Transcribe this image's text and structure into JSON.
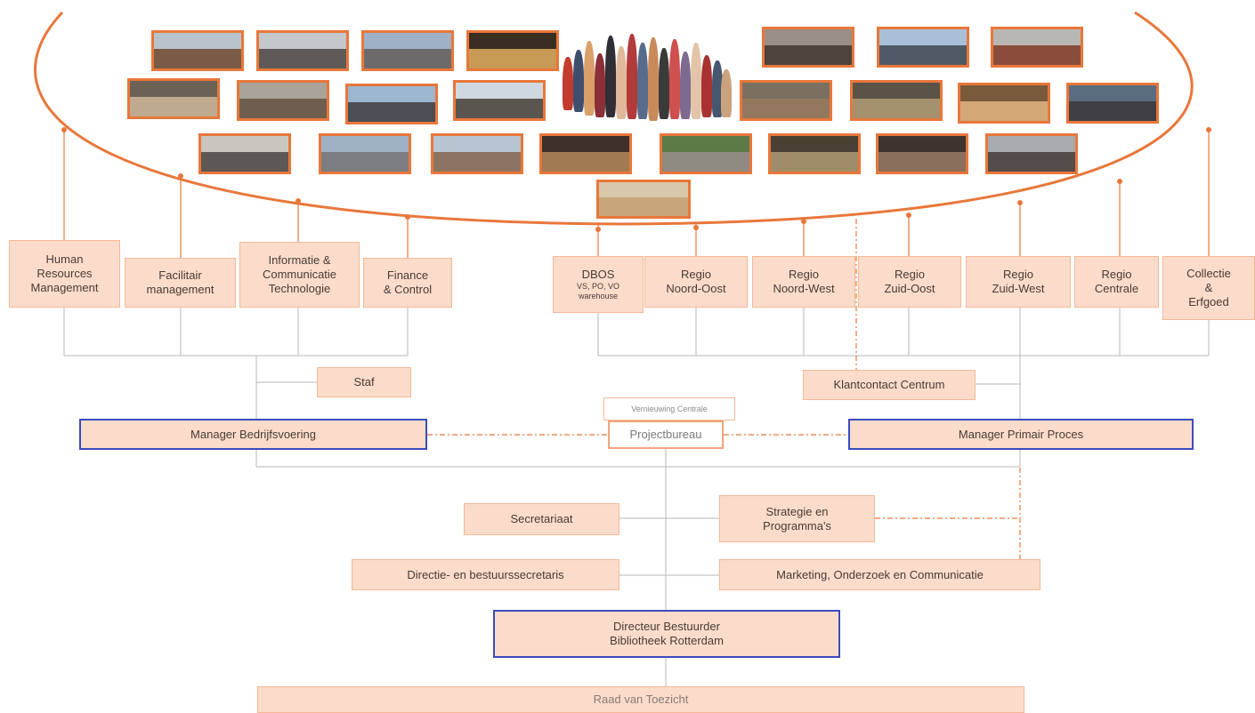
{
  "colors": {
    "accent": "#e8773b",
    "box_fill": "#fbdccb",
    "box_border": "#f4b896",
    "manager_border": "#3a4bbf",
    "connector": "#b7b7b7"
  },
  "support_departments": {
    "hrm": "Human\nResources\nManagement",
    "facilitair": "Facilitair\nmanagement",
    "ict": "Informatie &\nCommunicatie\nTechnologie",
    "finance": "Finance\n& Control"
  },
  "primary_departments": {
    "dbos_title": "DBOS",
    "dbos_sub": "VS, PO, VO\nwarehouse",
    "regio_no": "Regio\nNoord-Oost",
    "regio_nw": "Regio\nNoord-West",
    "regio_zo": "Regio\nZuid-Oost",
    "regio_zw": "Regio\nZuid-West",
    "regio_c": "Regio\nCentrale",
    "collectie": "Collectie\n&\nErfgoed"
  },
  "staff": {
    "staf": "Staf",
    "klantcontact": "Klantcontact Centrum",
    "vernieuwing": "Vernieuwing Centrale",
    "projectbureau": "Projectbureau",
    "manager_bv": "Manager Bedrijfsvoering",
    "manager_pp": "Manager Primair Proces",
    "secretariaat": "Secretariaat",
    "strategie": "Strategie en\nProgramma's",
    "directiesecretaris": "Directie- en bestuurssecretaris",
    "marketing": "Marketing, Onderzoek en Communicatie",
    "directeur": "Directeur Bestuurder\nBibliotheek Rotterdam",
    "raad": "Raad van Toezicht"
  }
}
